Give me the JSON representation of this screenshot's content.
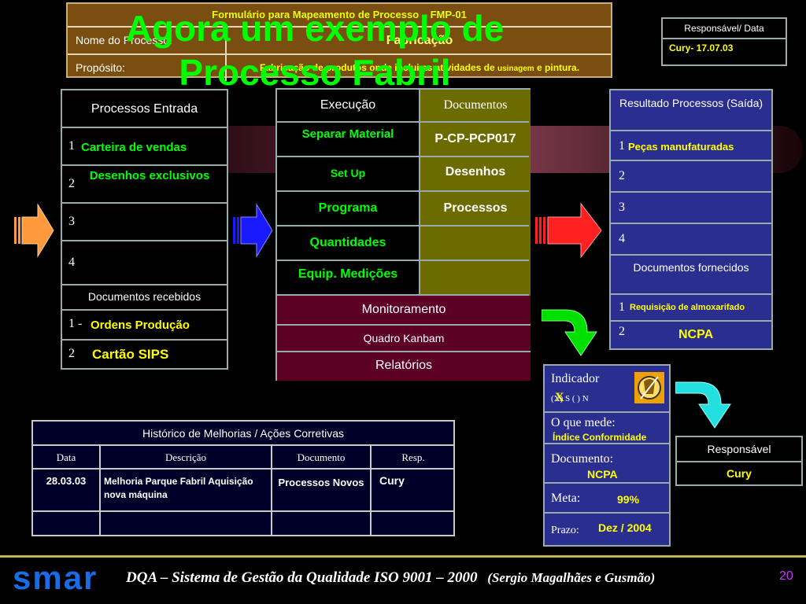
{
  "form": {
    "header": "Formulário para Mapeamento de Processo – FMP-01",
    "name_label": "Nome do Processo:",
    "name_value": "Fabricação",
    "purpose_label": "Propósito:",
    "purpose_value_a": "Fabricação de produtos onde inclui as atividades de ",
    "purpose_value_small": "usinagem",
    "purpose_value_b": " e pintura."
  },
  "slide_title": "Agora um exemplo de Processo Fabril",
  "responsavel_data": {
    "header": "Responsável/ Data",
    "value": "Cury- 17.07.03"
  },
  "inputs": {
    "header": "Processos Entrada",
    "rows": [
      {
        "num": "1",
        "text": "Carteira de vendas"
      },
      {
        "num": "2",
        "text": "Desenhos exclusivos"
      },
      {
        "num": "3",
        "text": ""
      },
      {
        "num": "4",
        "text": ""
      }
    ],
    "docs_header": "Documentos recebidos",
    "docs": [
      {
        "num": "1 -",
        "text": "Ordens Produção"
      },
      {
        "num": "2",
        "text": "Cartão SIPS"
      }
    ]
  },
  "execution": {
    "header_left": "Execução",
    "header_right": "Documentos",
    "rows": [
      {
        "left": "Separar Material",
        "right": "P-CP-PCP017"
      },
      {
        "left": "Set Up",
        "right": "Desenhos"
      },
      {
        "left": "Programa",
        "right": "Processos"
      },
      {
        "left": "Quantidades",
        "right": ""
      },
      {
        "left": "Equip. Medições",
        "right": ""
      }
    ],
    "monitor_header": "Monitoramento",
    "monitor_rows": [
      "Quadro Kanbam",
      "Relatórios"
    ]
  },
  "outputs": {
    "header": "Resultado Processos (Saída)",
    "rows": [
      {
        "num": "1",
        "text": "Peças manufaturadas"
      },
      {
        "num": "2",
        "text": ""
      },
      {
        "num": "3",
        "text": ""
      },
      {
        "num": "4",
        "text": ""
      }
    ],
    "docs_header": "Documentos fornecidos",
    "docs": [
      {
        "num": "1",
        "text": "Requisição de almoxarifado"
      },
      {
        "num": "2",
        "text": "NCPA"
      }
    ]
  },
  "indicator": {
    "label": "Indicador",
    "options": "(X) S  ( ) N",
    "mark": "X",
    "measures_label": "O que mede:",
    "measures_value": "Índice Conformidade",
    "doc_label": "Documento:",
    "doc_value": "NCPA",
    "goal_label": "Meta:",
    "goal_value": "99%",
    "deadline_label": "Prazo:",
    "deadline_value": "Dez / 2004"
  },
  "responsavel": {
    "header": "Responsável",
    "value": "Cury"
  },
  "history": {
    "title": "Histórico de Melhorias / Ações Corretivas",
    "columns": [
      "Data",
      "Descrição",
      "Documento",
      "Resp."
    ],
    "rows": [
      {
        "date": "28.03.03",
        "desc": "Melhoria Parque Fabril Aquisição nova máquina",
        "doc": "Processos Novos",
        "resp": "Cury"
      },
      {
        "date": "",
        "desc": "",
        "doc": "",
        "resp": ""
      }
    ]
  },
  "footer": {
    "logo": "smar",
    "text": "DQA – Sistema de Gestão da Qualidade ISO 9001 – 2000",
    "authors": "(Sergio Magalhães e Gusmão)",
    "page": "20"
  },
  "colors": {
    "form_bg": "#7a4e10",
    "execution_bg": "#000",
    "documents_bg": "#6b6b00",
    "monitor_bg": "#5c0024",
    "output_bg": "#2a2f8f",
    "accent_green": "#00ff00",
    "accent_yellow": "#ffff00"
  }
}
